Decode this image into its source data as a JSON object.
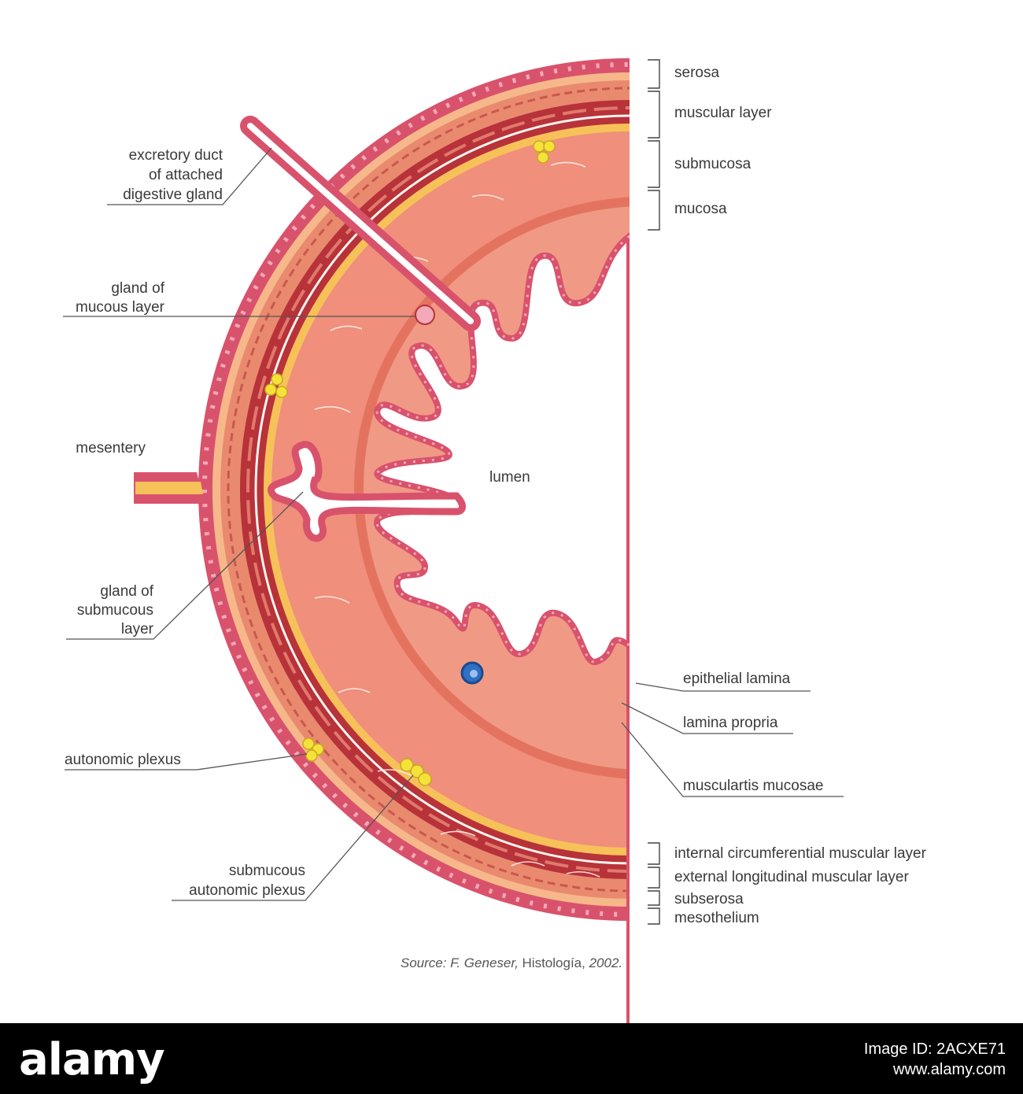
{
  "colors": {
    "serosa": "#d9526c",
    "serosa_cell": "#f3a9b8",
    "muscle": "#b8323a",
    "tissue": "#ef8f7c",
    "fat": "#f6c23a",
    "plexus": "#f4e23a",
    "vessel": "#2f6fc4",
    "background": "#ffffff",
    "footer_bg": "#000000"
  },
  "lumen_label": "lumen",
  "right_brackets": [
    {
      "label": "serosa"
    },
    {
      "label": "muscular layer"
    },
    {
      "label": "submucosa"
    },
    {
      "label": "mucosa"
    }
  ],
  "bottom_brackets": [
    {
      "label": "internal circumferential muscular layer"
    },
    {
      "label": "external longitudinal muscular layer"
    },
    {
      "label": "subserosa"
    },
    {
      "label": "mesothelium"
    }
  ],
  "left_callouts": {
    "excretory_duct": [
      "excretory duct",
      "of attached",
      "digestive gland"
    ],
    "gland_mucous": [
      "gland of",
      "mucous layer"
    ],
    "mesentery": [
      "mesentery"
    ],
    "gland_submucous": [
      "gland of",
      "submucous",
      "layer"
    ],
    "autonomic_plexus": [
      "autonomic plexus"
    ],
    "submucous_plexus": [
      "submucous",
      "autonomic plexus"
    ]
  },
  "right_callouts": {
    "epithelial_lamina": "epithelial lamina",
    "lamina_propria": "lamina propria",
    "muscularis_mucosae": "musculartis mucosae"
  },
  "source": {
    "prefix": "Source: F. Geneser,",
    "book": "Histología,",
    "year": "2002."
  },
  "footer": {
    "logo": "alamy",
    "line1": "Image ID: 2ACXE71",
    "line2": "www.alamy.com"
  }
}
